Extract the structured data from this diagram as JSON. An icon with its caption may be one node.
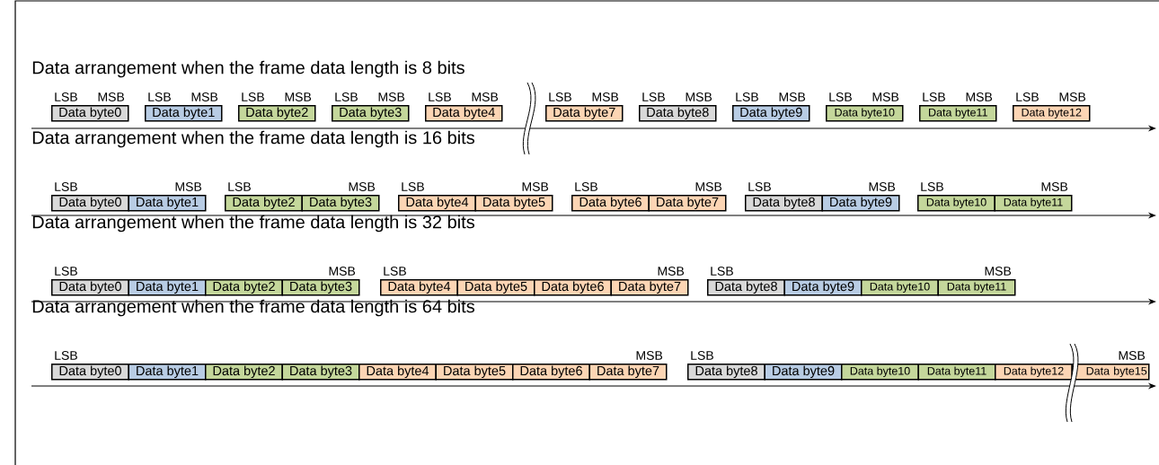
{
  "diagram": {
    "nodes": [
      {
        "text": [
          "Data byte0"
        ]
      },
      {
        "text": [
          "Data byte1"
        ]
      },
      {
        "text": [
          "Data byte2"
        ]
      },
      {
        "text": [
          "Data byte3"
        ]
      },
      {
        "text": [
          "Data byte4"
        ]
      },
      {
        "text": [
          "Data byte7"
        ]
      },
      {
        "text": [
          "Data byte8"
        ]
      },
      {
        "text": [
          "Data byte9"
        ]
      },
      {
        "text": [
          "Data byte10"
        ]
      },
      {
        "text": [
          "Data byte11"
        ]
      },
      {
        "text": [
          "Data byte12"
        ]
      },
      {
        "text": [
          "Data byte0"
        ]
      },
      {
        "text": [
          "Data byte1"
        ]
      },
      {
        "text": [
          "Data byte2"
        ]
      },
      {
        "text": [
          "Data byte3"
        ]
      },
      {
        "text": [
          "Data byte4"
        ]
      },
      {
        "text": [
          "Data byte5"
        ]
      },
      {
        "text": [
          "Data byte6"
        ]
      },
      {
        "text": [
          "Data byte7"
        ]
      },
      {
        "text": [
          "Data byte8"
        ]
      },
      {
        "text": [
          "Data byte9"
        ]
      },
      {
        "text": [
          "Data byte10"
        ]
      },
      {
        "text": [
          "Data byte11"
        ]
      },
      {
        "text": [
          "Data byte0"
        ]
      },
      {
        "text": [
          "Data byte1"
        ]
      },
      {
        "text": [
          "Data byte2"
        ]
      },
      {
        "text": [
          "Data byte3"
        ]
      },
      {
        "text": [
          "Data byte4"
        ]
      },
      {
        "text": [
          "Data byte5"
        ]
      },
      {
        "text": [
          "Data byte6"
        ]
      },
      {
        "text": [
          "Data byte7"
        ]
      },
      {
        "text": [
          "Data byte8"
        ]
      },
      {
        "text": [
          "Data byte9"
        ]
      },
      {
        "text": [
          "Data byte10"
        ]
      },
      {
        "text": [
          "Data byte11"
        ]
      },
      {
        "text": [
          "Data byte0"
        ]
      },
      {
        "text": [
          "Data byte1"
        ]
      },
      {
        "text": [
          "Data byte2"
        ]
      },
      {
        "text": [
          "Data byte3"
        ]
      },
      {
        "text": [
          "Data byte4"
        ]
      },
      {
        "text": [
          "Data byte5"
        ]
      },
      {
        "text": [
          "Data byte6"
        ]
      },
      {
        "text": [
          "Data byte7"
        ]
      },
      {
        "text": [
          "Data byte8"
        ]
      },
      {
        "text": [
          "Data byte9"
        ]
      },
      {
        "text": [
          "Data byte10"
        ]
      },
      {
        "text": [
          "Data byte11"
        ]
      },
      {
        "text": [
          "Data byte12"
        ]
      },
      {
        "text": [
          "Data byte15"
        ]
      }
    ],
    "labels": [
      "Data arrangement when the frame data length is 8 bits",
      "LSB",
      "MSB",
      "LSB",
      "MSB",
      "LSB",
      "MSB",
      "LSB",
      "MSB",
      "LSB",
      "MSB",
      "LSB",
      "MSB",
      "LSB",
      "MSB",
      "LSB",
      "MSB",
      "LSB",
      "MSB",
      "LSB",
      "MSB",
      "LSB",
      "MSB",
      "Data arrangement when the frame data length is 16 bits",
      "LSB",
      "MSB",
      "LSB",
      "MSB",
      "LSB",
      "MSB",
      "LSB",
      "MSB",
      "LSB",
      "MSB",
      "LSB",
      "MSB",
      "Data arrangement when the frame data length is 32 bits",
      "LSB",
      "MSB",
      "LSB",
      "MSB",
      "LSB",
      "MSB",
      "Data arrangement when the frame data length is 64 bits",
      "LSB",
      "MSB",
      "LSB",
      "MSB"
    ]
  }
}
